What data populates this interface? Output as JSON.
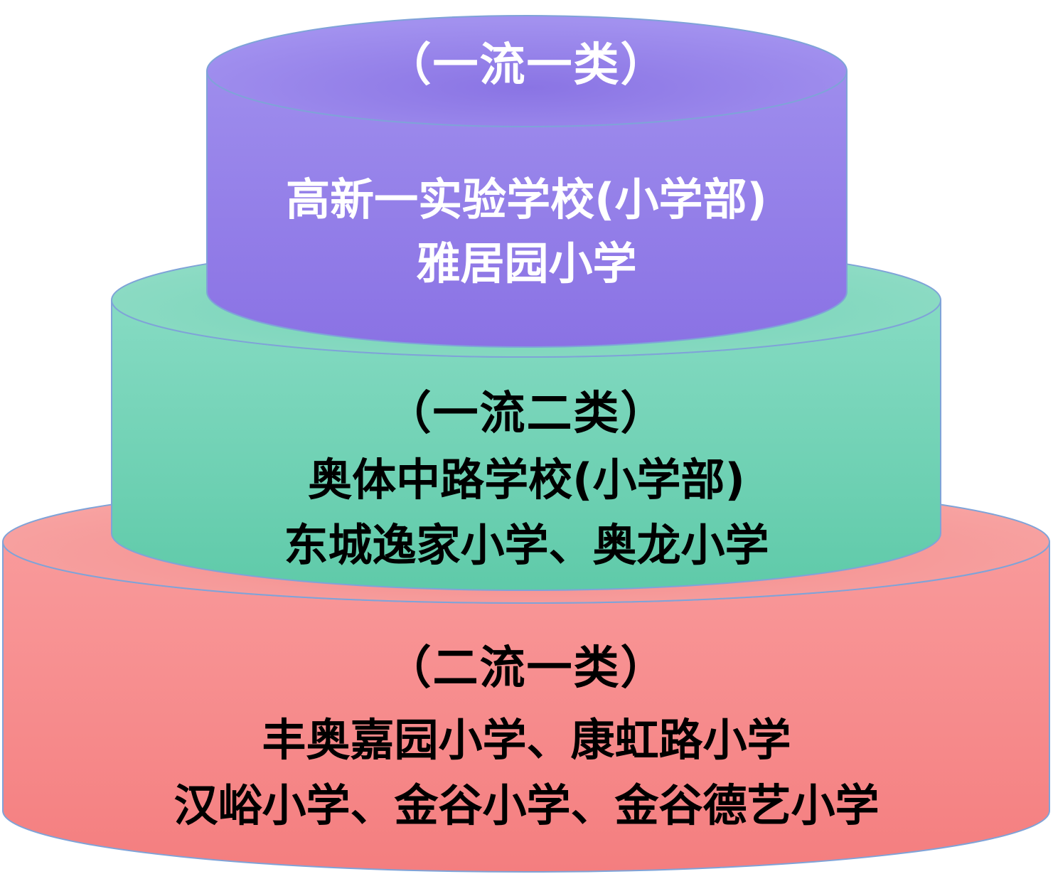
{
  "tiers": [
    {
      "id": "top",
      "title": "（一流一类）",
      "schools": [
        "高新一实验学校(小学部)",
        "雅居园小学"
      ],
      "side_color_top": "#9e8ded",
      "side_color_bottom": "#8a72e4",
      "top_color_outer": "#a08cee",
      "top_color_inner": "#8e79e6",
      "title_color": "#ffffff",
      "text_color": "#ffffff"
    },
    {
      "id": "middle",
      "title": "（一流二类）",
      "schools": [
        "奥体中路学校(小学部)",
        "东城逸家小学、奥龙小学"
      ],
      "side_color_top": "#86dbc3",
      "side_color_bottom": "#5fcaa9",
      "top_color_outer": "#8fdcc5",
      "top_color_inner": "#72d2b6",
      "title_color": "#000000",
      "text_color": "#000000"
    },
    {
      "id": "bottom",
      "title": "（二流一类）",
      "schools": [
        "丰奥嘉园小学、康虹路小学",
        "汉峪小学、金谷小学、金谷德艺小学"
      ],
      "side_color_top": "#f99a9b",
      "side_color_bottom": "#f47e7f",
      "top_color_outer": "#f8a4a3",
      "top_color_inner": "#f28a8a",
      "title_color": "#000000",
      "text_color": "#000000"
    }
  ]
}
